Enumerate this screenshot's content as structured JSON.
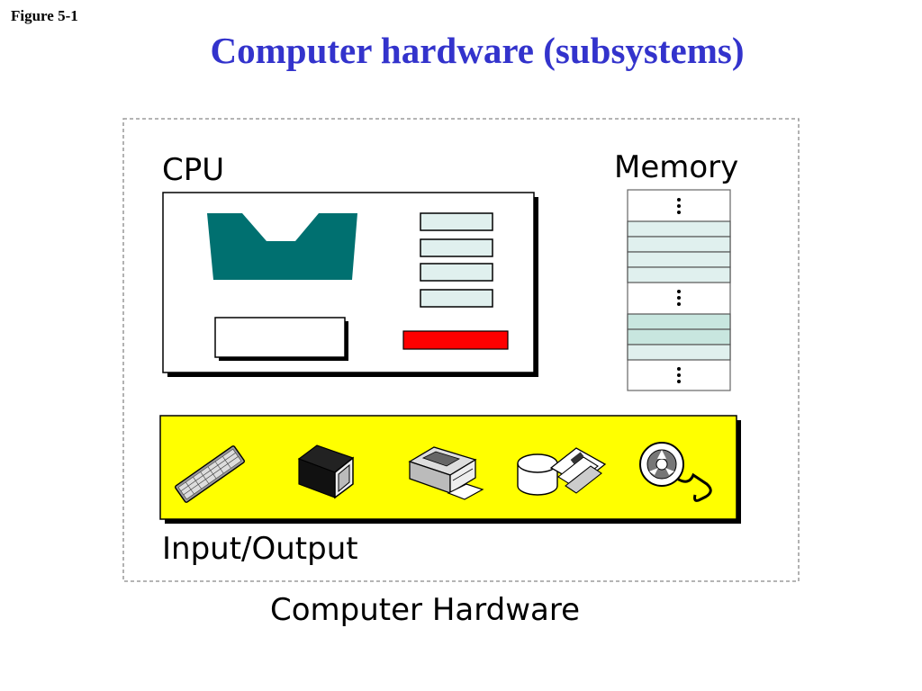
{
  "figure_label": "Figure 5-1",
  "title": "Computer hardware (subsystems)",
  "cpu": {
    "label": "CPU"
  },
  "memory": {
    "label": "Memory"
  },
  "io": {
    "label": "Input/Output",
    "devices": [
      "keyboard-icon",
      "monitor-icon",
      "printer-icon",
      "disk-drive-icon",
      "tape-reel-icon"
    ]
  },
  "hardware": {
    "label": "Computer Hardware"
  },
  "colors": {
    "title": "#3333cc",
    "alu": "#007070",
    "register": "#e0f0ee",
    "register_highlight": "#c8e6df",
    "control_unit": "#ff0000",
    "io_background": "#ffff00"
  }
}
